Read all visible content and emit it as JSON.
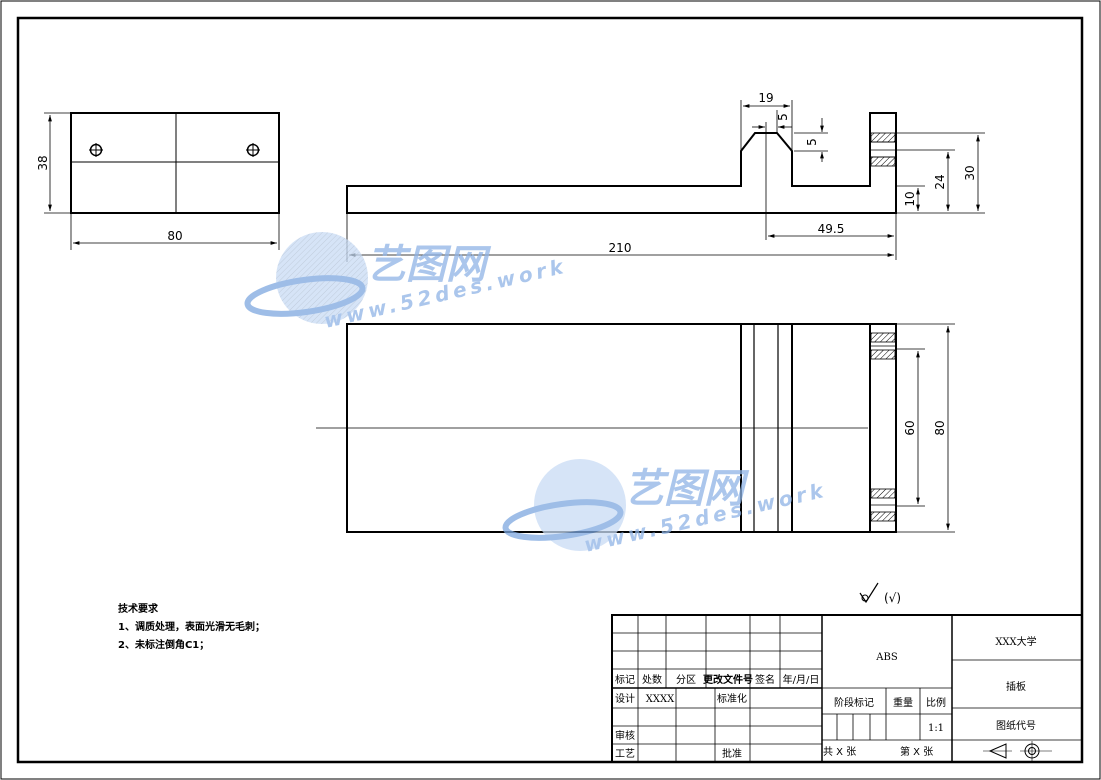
{
  "dims": {
    "d19": "19",
    "d5a": "5",
    "d5b": "5",
    "d24": "24",
    "d30": "30",
    "d10": "10",
    "d49_5": "49.5",
    "d210": "210",
    "d38": "38",
    "d80h": "80",
    "d60": "60",
    "d80v": "80"
  },
  "notes": {
    "title": "技术要求",
    "line1": "1、调质处理，表面光滑无毛刺；",
    "line2": "2、未标注倒角C1；"
  },
  "roughness": "(√)",
  "watermark": {
    "brand": "艺图网",
    "url": "www.52des.work"
  },
  "title_block": {
    "h_mark": "标记",
    "h_count": "处数",
    "h_zone": "分区",
    "h_doc": "更改文件号",
    "h_sign": "签名",
    "h_date": "年/月/日",
    "design": "设计",
    "designer": "XXXX",
    "standard": "标准化",
    "review": "审核",
    "process": "工艺",
    "approve": "批准",
    "material": "ABS",
    "stage_mark": "阶段标记",
    "weight": "重量",
    "scale_label": "比例",
    "scale": "1:1",
    "total": "共 X 张",
    "sheet": "第 X 张",
    "school": "XXX大学",
    "part_name": "插板",
    "drawing_no": "图纸代号"
  }
}
